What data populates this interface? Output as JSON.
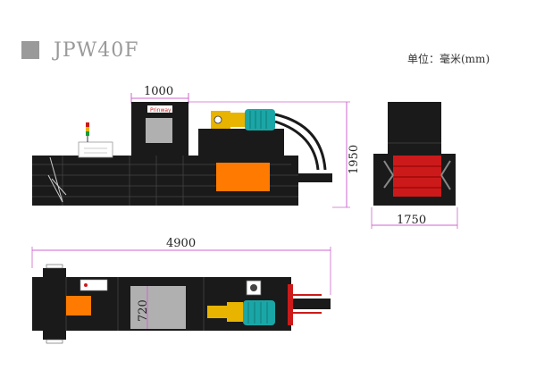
{
  "title": "JPW40F",
  "unit_label": "单位：毫米(mm)",
  "dimensions": {
    "front_length_top": "1000",
    "front_height": "1950",
    "side_width": "1750",
    "top_total_length": "4900",
    "top_inner_width": "720"
  },
  "machine_brand_plate": "Prinway",
  "colors": {
    "body": "#1a1a1a",
    "orange": "#ff7a00",
    "teal_motor": "#1aa6a6",
    "yellow_pump": "#e8b400",
    "red_accent": "#cc1a1a",
    "dim_line": "#cc66cc",
    "gray_panel": "#b0b0b0"
  }
}
